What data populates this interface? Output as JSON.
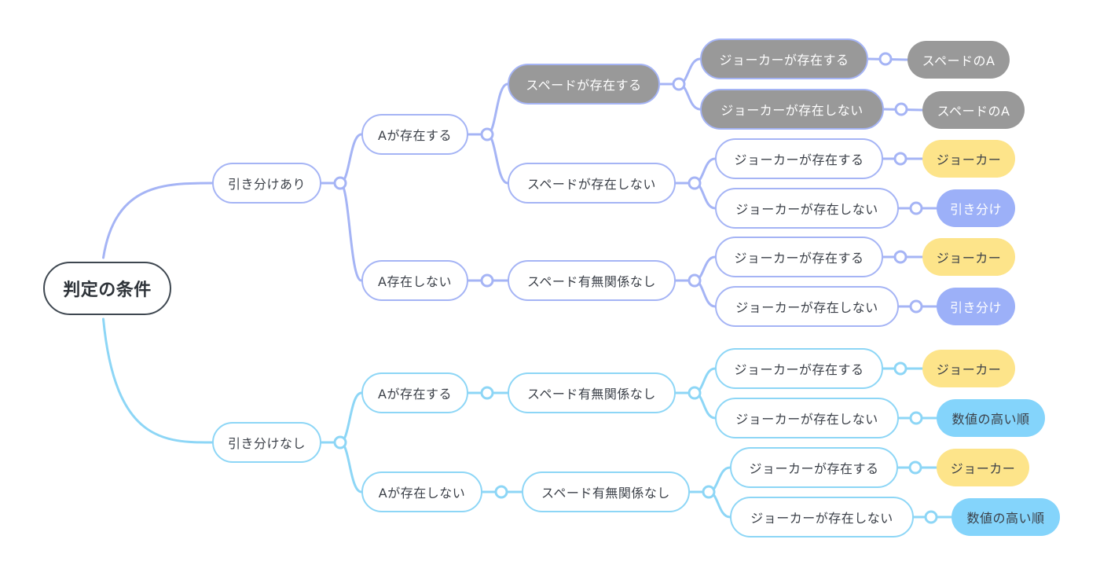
{
  "root": "判定の条件",
  "colors": {
    "purple_branch": "#a5b4f5",
    "blue_branch": "#8dd6f6",
    "root_border": "#3e4750",
    "gray_fill": "#999999",
    "yellow_fill": "#fde48a",
    "violet_fill": "#9cb0f8",
    "sky_fill": "#84d4fb"
  },
  "branches": [
    {
      "label": "引き分けあり",
      "children": [
        {
          "label": "Aが存在する",
          "children": [
            {
              "label": "スペードが存在する",
              "highlight": "gray",
              "children": [
                {
                  "label": "ジョーカーが存在する",
                  "highlight": "gray",
                  "outcome": "スペードのA"
                },
                {
                  "label": "ジョーカーが存在しない",
                  "highlight": "gray",
                  "outcome": "スペードのA"
                }
              ]
            },
            {
              "label": "スペードが存在しない",
              "children": [
                {
                  "label": "ジョーカーが存在する",
                  "outcome": "ジョーカー"
                },
                {
                  "label": "ジョーカーが存在しない",
                  "outcome": "引き分け"
                }
              ]
            }
          ]
        },
        {
          "label": "A存在しない",
          "children": [
            {
              "label": "スペード有無関係なし",
              "children": [
                {
                  "label": "ジョーカーが存在する",
                  "outcome": "ジョーカー"
                },
                {
                  "label": "ジョーカーが存在しない",
                  "outcome": "引き分け"
                }
              ]
            }
          ]
        }
      ]
    },
    {
      "label": "引き分けなし",
      "children": [
        {
          "label": "Aが存在する",
          "children": [
            {
              "label": "スペード有無関係なし",
              "children": [
                {
                  "label": "ジョーカーが存在する",
                  "outcome": "ジョーカー"
                },
                {
                  "label": "ジョーカーが存在しない",
                  "outcome": "数値の高い順"
                }
              ]
            }
          ]
        },
        {
          "label": "Aが存在しない",
          "children": [
            {
              "label": "スペード有無関係なし",
              "children": [
                {
                  "label": "ジョーカーが存在する",
                  "outcome": "ジョーカー"
                },
                {
                  "label": "ジョーカーが存在しない",
                  "outcome": "数値の高い順"
                }
              ]
            }
          ]
        }
      ]
    }
  ]
}
